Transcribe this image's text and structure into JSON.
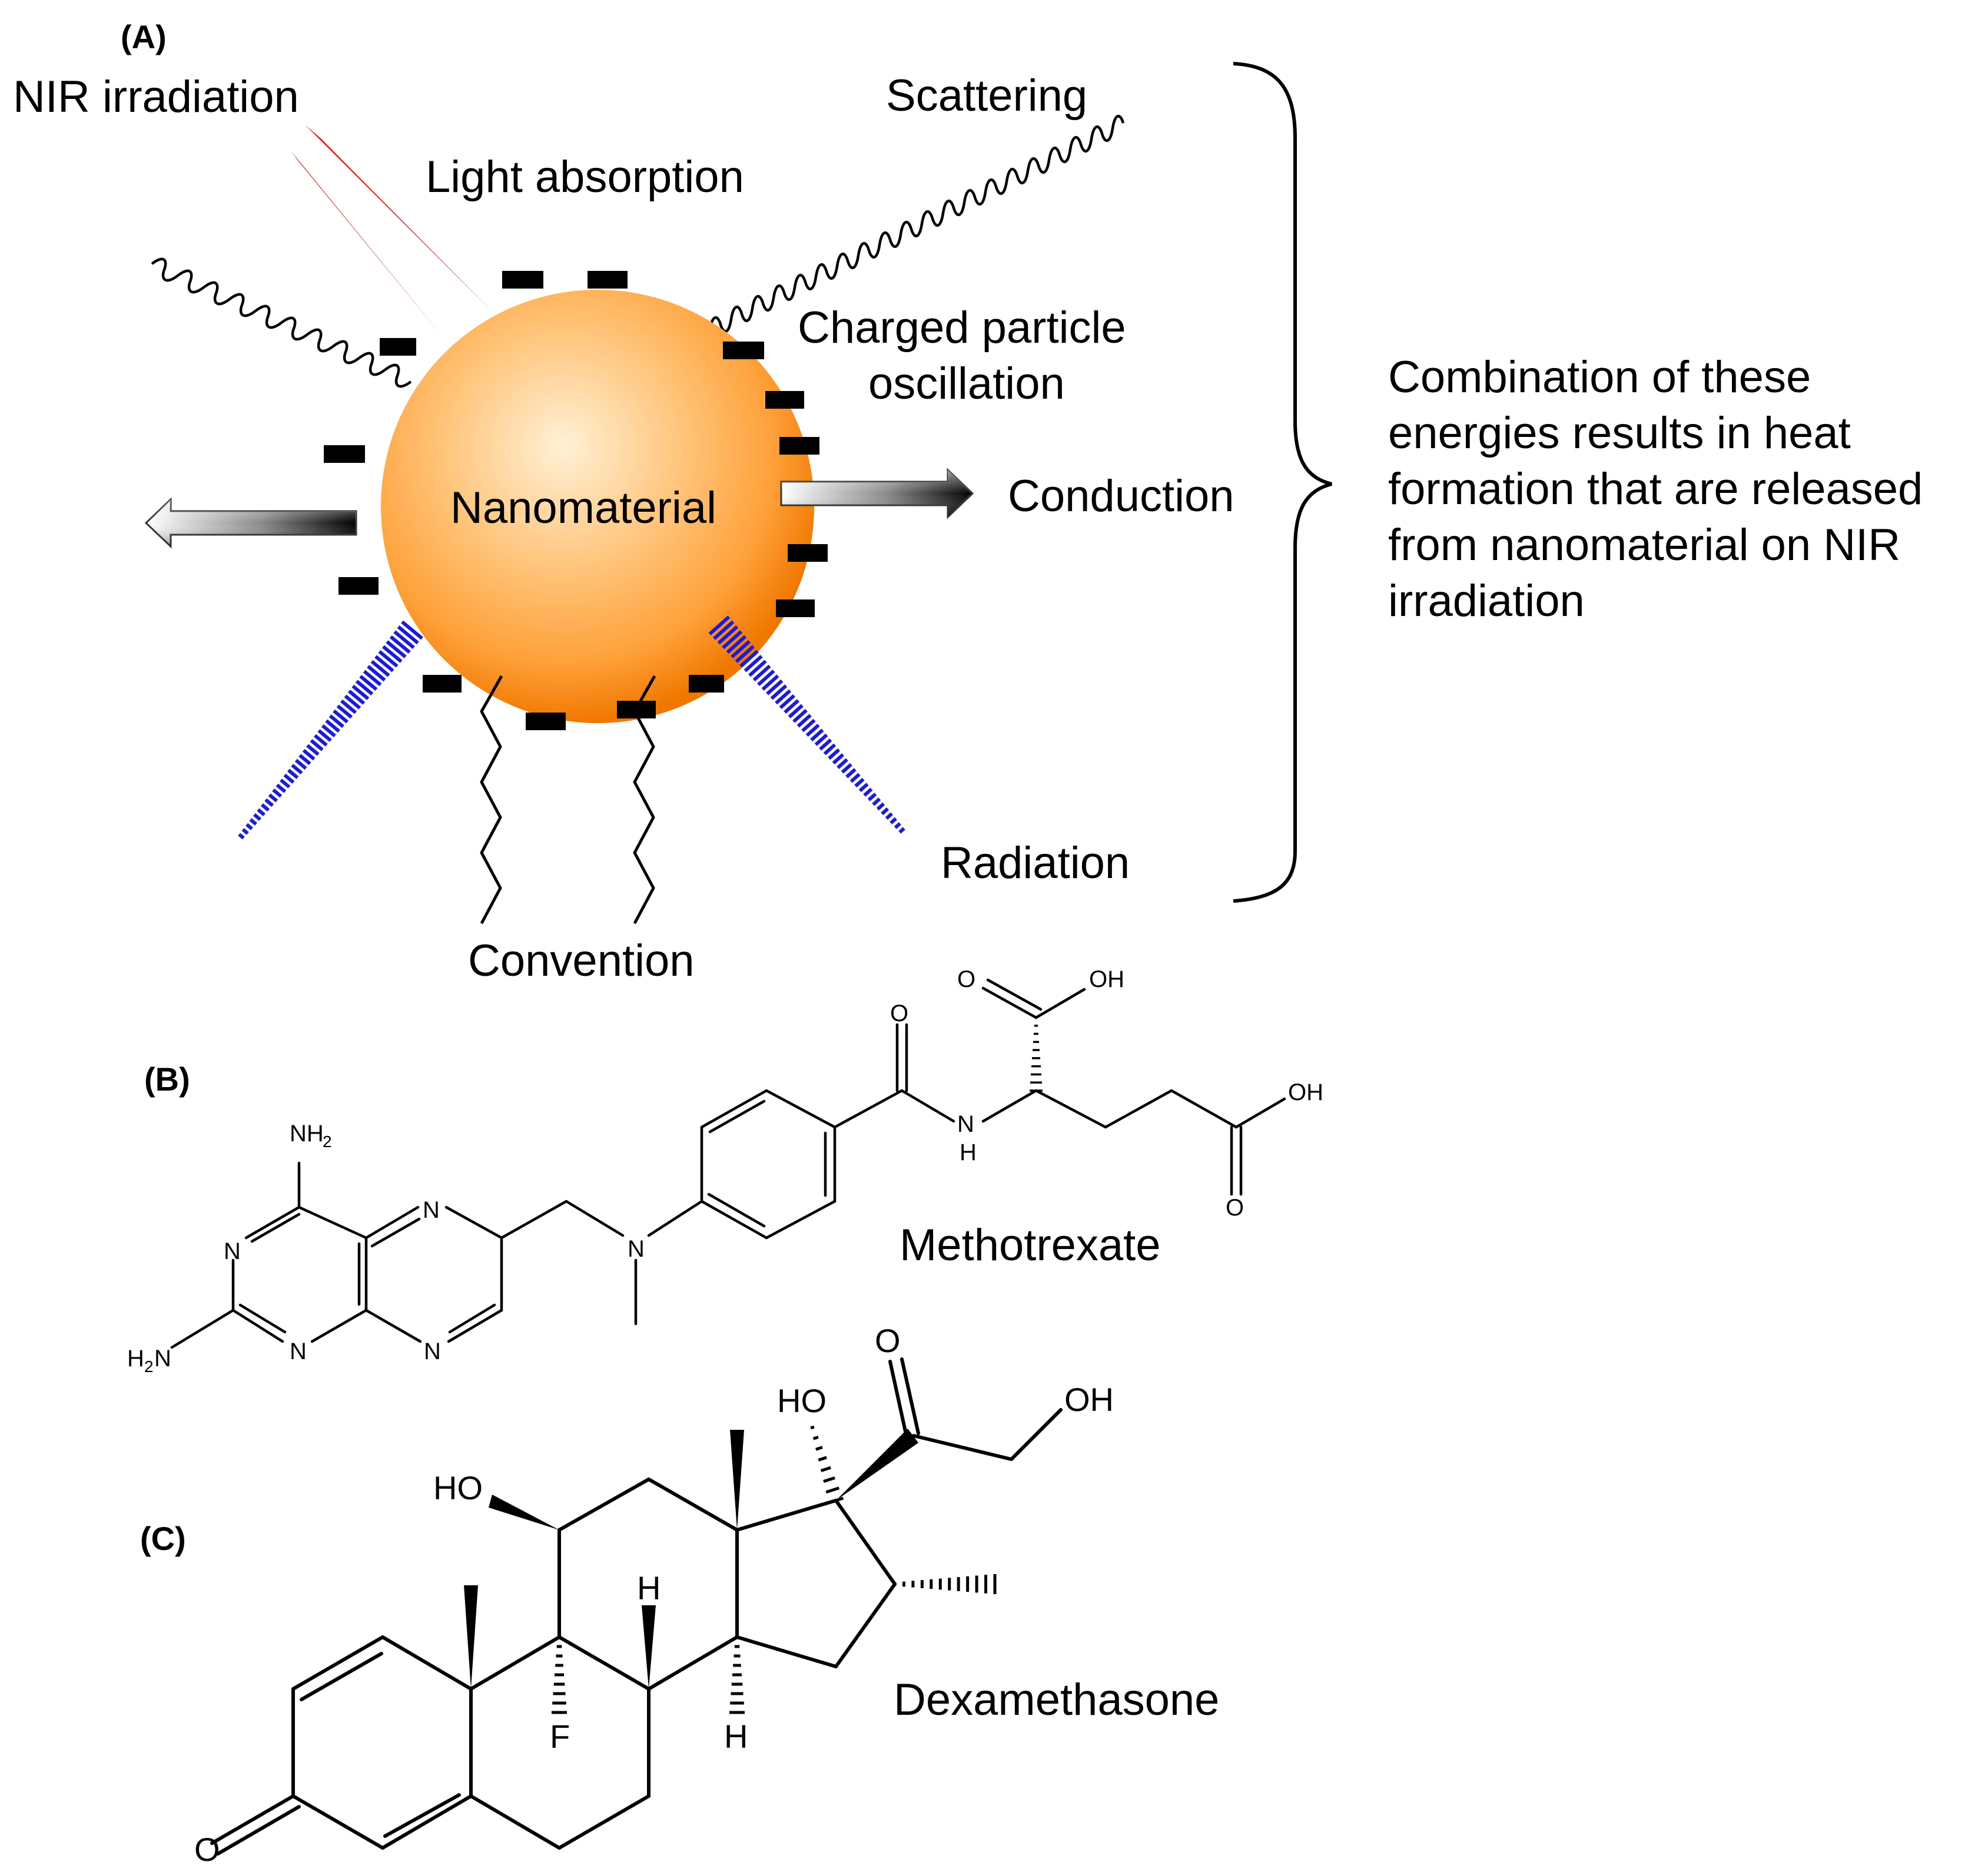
{
  "panel_a": {
    "panel_label": "(A)",
    "labels": {
      "nir": "NIR irradiation",
      "scattering": "Scattering",
      "light_absorption": "Light absorption",
      "charged_line1": "Charged particle",
      "charged_line2": "oscillation",
      "nanomaterial": "Nanomaterial",
      "conduction": "Conduction",
      "radiation": "Radiation",
      "convention": "Convention"
    },
    "summary": [
      "Combination of these",
      "energies results in heat",
      "formation that are released",
      "from nanomaterial on NIR",
      "irradiation"
    ],
    "colors": {
      "sphere_light": "#fff1d6",
      "sphere_mid": "#ffab45",
      "sphere_dark": "#f07800",
      "nir_beam": "#ff1010",
      "radiation": "#1c1cd8"
    }
  },
  "panel_b": {
    "panel_label": "(B)",
    "name": "Methotrexate",
    "atoms": {
      "n": "N",
      "o": "O",
      "h": "H",
      "oh": "OH",
      "nh2": "NH",
      "h2n": "H",
      "h2n_tail": "N",
      "sub2": "2"
    }
  },
  "panel_c": {
    "panel_label": "(C)",
    "name": "Dexamethasone",
    "atoms": {
      "ho": "HO",
      "oh": "OH",
      "o": "O",
      "h": "H",
      "f": "F"
    }
  }
}
